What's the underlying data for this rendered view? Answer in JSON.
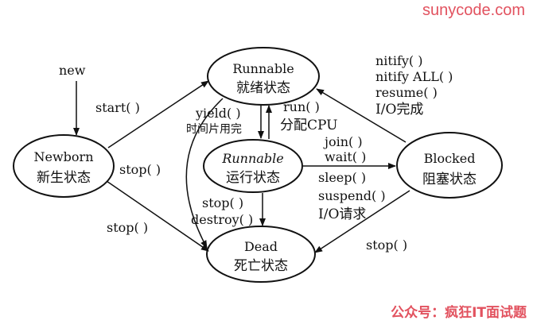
{
  "watermark_top": "sunycode.com",
  "watermark_bottom": "公众号：疯狂IT面试题",
  "states": {
    "newborn": {
      "en": "Newborn",
      "zh": "新生状态"
    },
    "ready": {
      "en": "Runnable",
      "zh": "就绪状态"
    },
    "running": {
      "en": "Runnable",
      "zh": "运行状态"
    },
    "blocked": {
      "en": "Blocked",
      "zh": "阻塞状态"
    },
    "dead": {
      "en": "Dead",
      "zh": "死亡状态"
    }
  },
  "transitions": {
    "new": "new",
    "start": "start( )",
    "stop_left_upper": "stop( )",
    "stop_left_lower": "stop( )",
    "yield_line1": "yield( )",
    "yield_line2": "时间片用完",
    "run_line1": "run( )",
    "run_line2": "分配CPU",
    "notify": "nitify( )",
    "notify_all": "nitify ALL( )",
    "resume": "resume( )",
    "io_done": "I/O完成",
    "join": "join( )",
    "wait": "wait( )",
    "sleep": "sleep( )",
    "suspend": "suspend( )",
    "io_request": "I/O请求",
    "stop_center": "stop( )",
    "destroy": "destroy( )",
    "stop_blocked": "stop( )"
  }
}
